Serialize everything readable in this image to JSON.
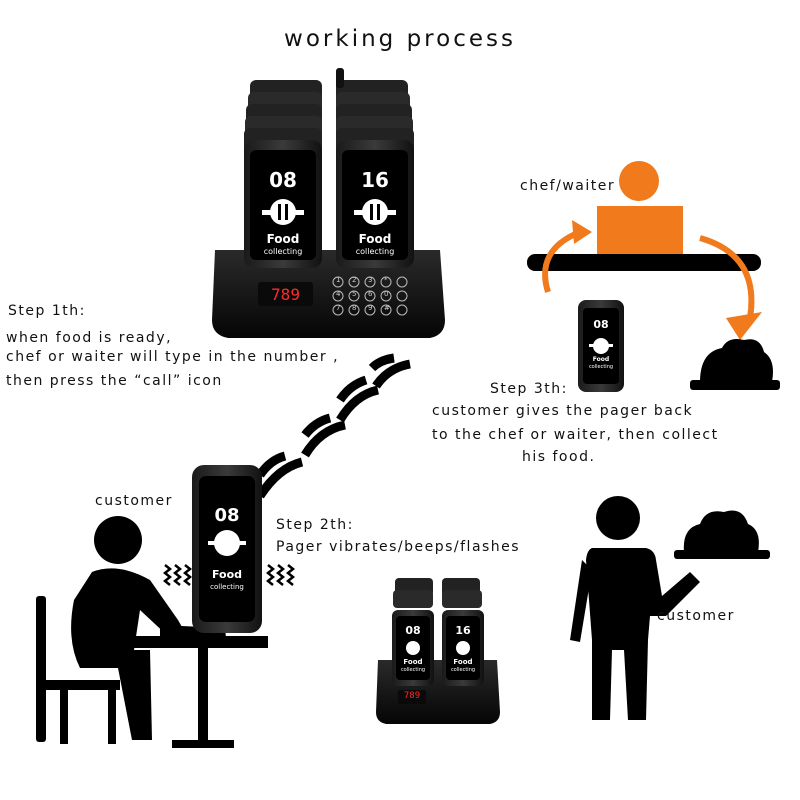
{
  "title": "working process",
  "chef_label": "chef/waiter",
  "step1": {
    "heading": "Step 1th:",
    "lines": [
      "when food is ready,",
      "chef or waiter will type in the number ,",
      "then press the “call” icon"
    ]
  },
  "step2": {
    "heading": "Step 2th:",
    "line": "Pager vibrates/beeps/flashes"
  },
  "step3": {
    "heading": "Step 3th:",
    "lines": [
      "customer gives the pager back",
      "to the chef or waiter, then collect",
      "his food."
    ]
  },
  "customer_left_label": "customer",
  "customer_right_label": "customer",
  "device_top": {
    "pagers": [
      {
        "number": "08",
        "line1": "Food",
        "line2": "collecting"
      },
      {
        "number": "16",
        "line1": "Food",
        "line2": "collecting"
      }
    ],
    "display": "789",
    "keypad_keys": [
      "1",
      "2",
      "3",
      "4",
      "5",
      "6",
      "7",
      "8",
      "9",
      "0",
      "*",
      "#"
    ]
  },
  "device_bottom": {
    "pagers": [
      {
        "number": "08",
        "line1": "Food",
        "line2": "collecting"
      },
      {
        "number": "16",
        "line1": "Food",
        "line2": "collecting"
      }
    ],
    "display": "789"
  },
  "pager_customer": {
    "number": "08",
    "line1": "Food",
    "line2": "collecting"
  },
  "pager_small": {
    "number": "08",
    "line1": "Food",
    "line2": "collecting"
  },
  "colors": {
    "accent": "#f07a1c",
    "ink": "#000000",
    "display": "#ff2a2a"
  },
  "icons": [
    "wifi-signal-icon",
    "vibration-icon",
    "cloche-food-icon",
    "curved-arrow-icon",
    "fork-knife-icon"
  ]
}
